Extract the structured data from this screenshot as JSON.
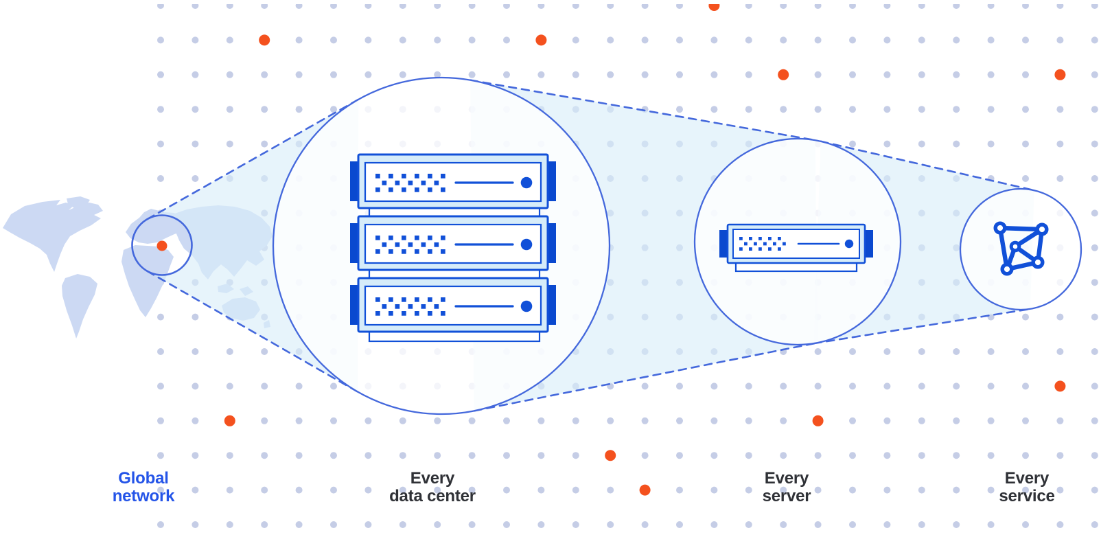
{
  "colors": {
    "background": "#ffffff",
    "grid_dot": "#c5cde6",
    "accent_orange": "#f4511e",
    "outline_blue": "#4468dc",
    "deep_blue": "#1150d8",
    "ear_blue": "#0a49cf",
    "panel_cyan": "#d6ecf9",
    "beam_cyan": "#d9eef8",
    "map_blue": "#ccd9f3",
    "label_dark": "#2f3136",
    "label_blue": "#2454e8"
  },
  "stages": [
    {
      "id": "global-network",
      "line1": "Global",
      "line2": "network",
      "emphasis": true,
      "icon": "world-map-with-location-marker"
    },
    {
      "id": "every-data-center",
      "line1": "Every",
      "line2": "data center",
      "emphasis": false,
      "icon": "server-rack-stack"
    },
    {
      "id": "every-server",
      "line1": "Every",
      "line2": "server",
      "emphasis": false,
      "icon": "server-unit"
    },
    {
      "id": "every-service",
      "line1": "Every",
      "line2": "service",
      "emphasis": false,
      "icon": "network-mesh"
    }
  ],
  "grid": {
    "accent_dots": [
      [
        16,
        0
      ],
      [
        3,
        1
      ],
      [
        11,
        1
      ],
      [
        18,
        2
      ],
      [
        26,
        2
      ],
      [
        26,
        11
      ],
      [
        2,
        12
      ],
      [
        19,
        12
      ],
      [
        13,
        13
      ],
      [
        14,
        14
      ]
    ]
  }
}
